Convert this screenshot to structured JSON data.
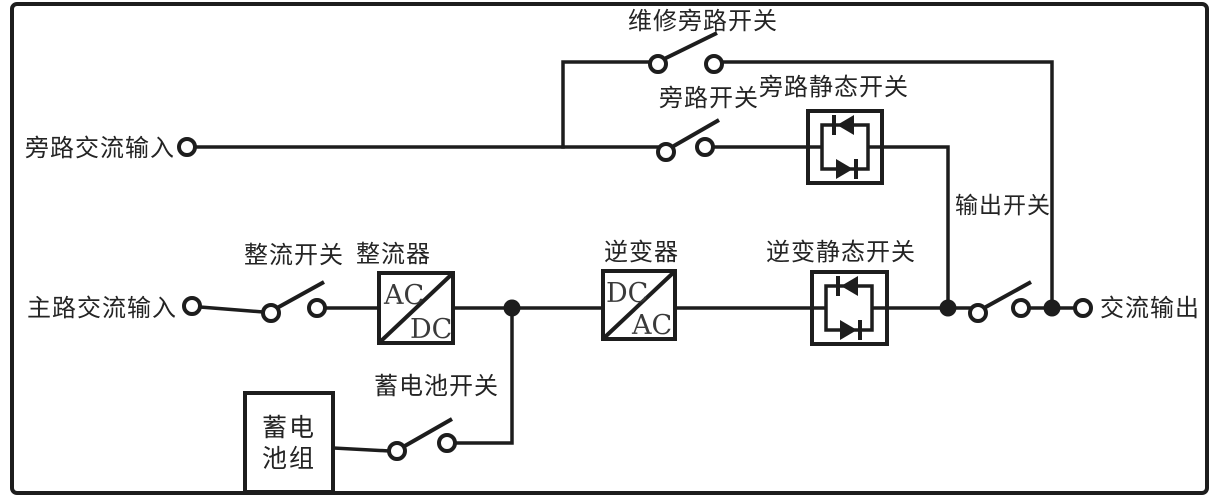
{
  "diagram": {
    "kind": "ups-power-path-schematic"
  },
  "labels": {
    "bypass_ac_input": "旁路交流输入",
    "main_ac_input": "主路交流输入",
    "maintenance_bypass_switch": "维修旁路开关",
    "bypass_switch": "旁路开关",
    "bypass_static_switch": "旁路静态开关",
    "output_switch": "输出开关",
    "rectifier_switch": "整流开关",
    "rectifier": "整流器",
    "inverter": "逆变器",
    "inverter_static_switch": "逆变静态开关",
    "battery_switch": "蓄电池开关",
    "ac_output": "交流输出"
  },
  "converters": {
    "rectifier": {
      "top": "AC",
      "bottom": "DC"
    },
    "inverter": {
      "top": "DC",
      "bottom": "AC"
    }
  },
  "battery": {
    "line1": "蓄电",
    "line2": "池组"
  },
  "colors": {
    "stroke": "#1d1d1d",
    "background": "#ffffff",
    "text": "#242424"
  }
}
